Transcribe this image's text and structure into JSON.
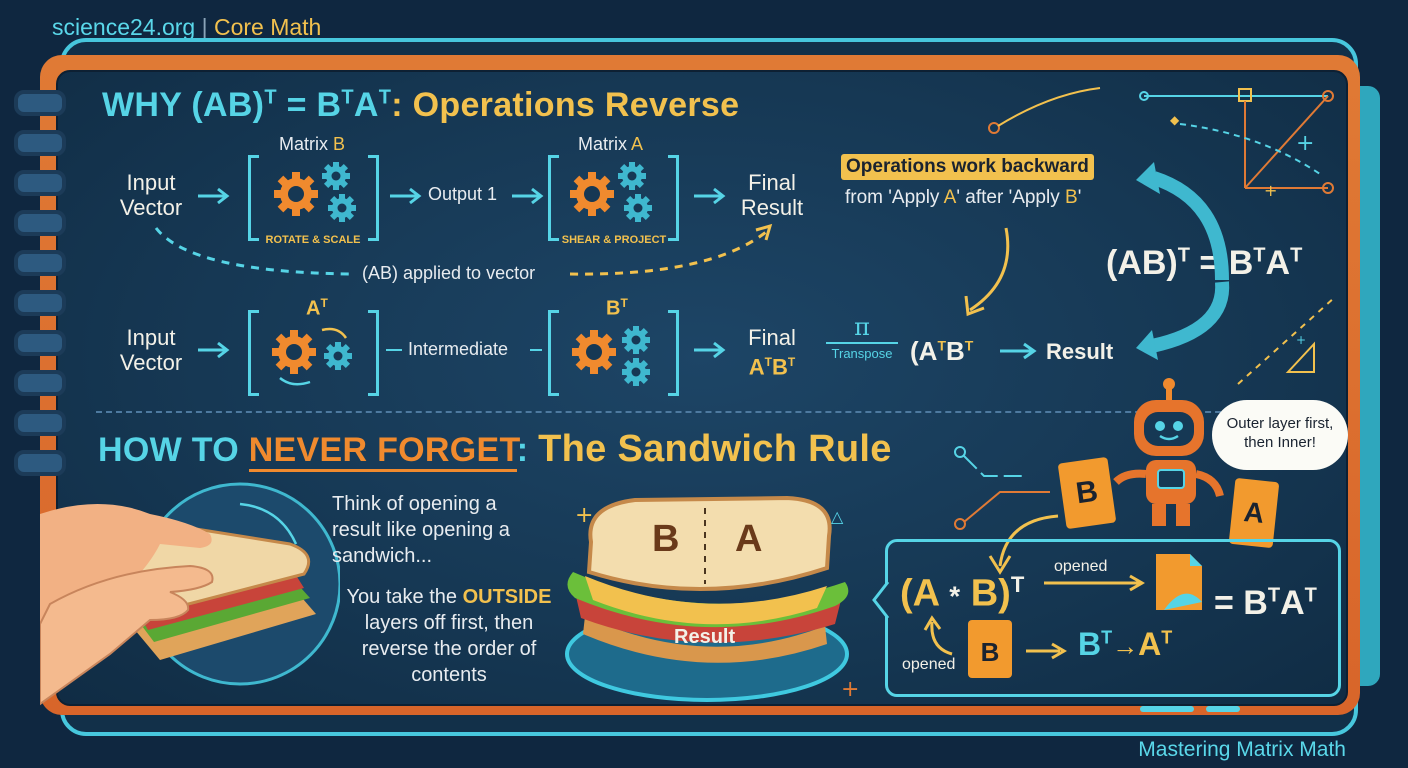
{
  "header": {
    "site": "science24.org",
    "separator": "|",
    "section": "Core Math"
  },
  "footer": {
    "tagline": "Mastering Matrix Math"
  },
  "section1": {
    "title_prefix": "WHY (AB)",
    "title_sup1": "T",
    "title_eq": " = B",
    "title_sup2": "T",
    "title_a": "A",
    "title_sup3": "T",
    "title_suffix": ": Operations Reverse",
    "row1": {
      "input": "Input Vector",
      "matrixB_label": "Matrix",
      "matrixB_letter": "B",
      "matrixB_caption": "ROTATE & SCALE",
      "output1": "Output 1",
      "matrixA_label": "Matrix",
      "matrixA_letter": "A",
      "matrixA_caption": "SHEAR & PROJECT",
      "final": "Final Result"
    },
    "applied": "(AB) applied to vector",
    "row2": {
      "input": "Input Vector",
      "at_label": "A",
      "at_sup": "T",
      "intermediate": "Intermediate",
      "bt_label": "B",
      "bt_sup": "T",
      "final": "Final",
      "final_expr_a": "A",
      "final_expr_b": "B",
      "final_sup": "T",
      "pi": "π",
      "transpose": "Transpose",
      "expr_open": "(A",
      "expr_sup1": "T",
      "expr_b": "B",
      "expr_sup2": "T",
      "result": "Result"
    },
    "callout_highlight": "Operations work backward",
    "callout_rest_1": "from 'Apply ",
    "callout_a": "A",
    "callout_rest_2": "' after 'Apply ",
    "callout_b": "B",
    "callout_rest_3": "'",
    "big_eq_left": "(AB)",
    "big_eq_sup1": "T",
    "big_eq_mid": " = B",
    "big_eq_sup2": "T",
    "big_eq_a": "A",
    "big_eq_sup3": "T"
  },
  "section2": {
    "title_how": "HOW TO ",
    "title_never": "NEVER FORGET",
    "title_colon": ": ",
    "title_rule": "The Sandwich Rule",
    "text1": "Think of opening a result like opening a sandwich...",
    "text2_pre": "You take the ",
    "text2_outside": "OUTSIDE",
    "text2_post": " layers off first, then reverse the order of contents",
    "sandwich_b": "B",
    "sandwich_a": "A",
    "sandwich_result": "Result",
    "robot_bubble": "Outer layer first, then Inner!",
    "card_b": "B",
    "card_a": "A",
    "expr_a": "(A",
    "expr_star": "*",
    "expr_b": "B)",
    "expr_sup": "T",
    "opened_top": "opened",
    "opened_bottom": "opened",
    "card_b_small": "B",
    "bt": "B",
    "bt_sup": "T",
    "arrow": "→",
    "at": "A",
    "at_sup": "T",
    "result_eq": "= B",
    "result_sup1": "T",
    "result_a": "A",
    "result_sup2": "T"
  },
  "colors": {
    "accent_cyan": "#56d4e6",
    "accent_yellow": "#f2c14e",
    "board_orange": "#e07a35",
    "panel_navy": "#163854"
  }
}
